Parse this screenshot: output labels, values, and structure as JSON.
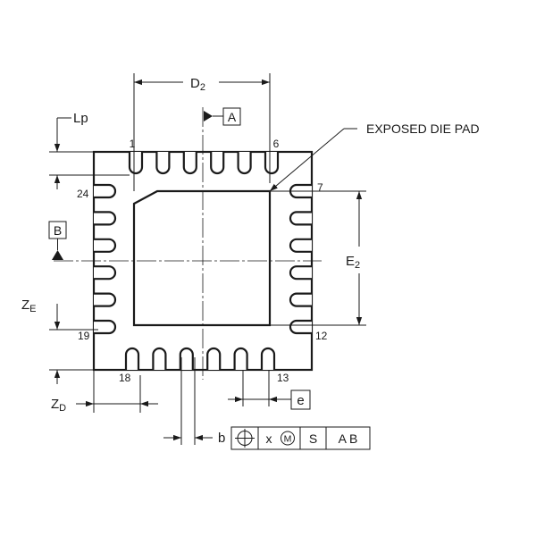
{
  "labels": {
    "d2": "D",
    "d2_sub": "2",
    "e2": "E",
    "e2_sub": "2",
    "lp": "Lp",
    "ze": "Z",
    "ze_sub": "E",
    "zd": "Z",
    "zd_sub": "D",
    "e": "e",
    "b": "b",
    "datum_a": "A",
    "datum_b": "B",
    "exposed_die_pad": "EXPOSED DIE PAD"
  },
  "pins": {
    "p1": "1",
    "p6": "6",
    "p7": "7",
    "p12": "12",
    "p13": "13",
    "p18": "18",
    "p19": "19",
    "p24": "24"
  },
  "tolerance_frame": {
    "x": "x",
    "m": "M",
    "s": "S",
    "ab": "A B"
  },
  "colors": {
    "ink": "#1a1a1a",
    "background": "#ffffff"
  }
}
